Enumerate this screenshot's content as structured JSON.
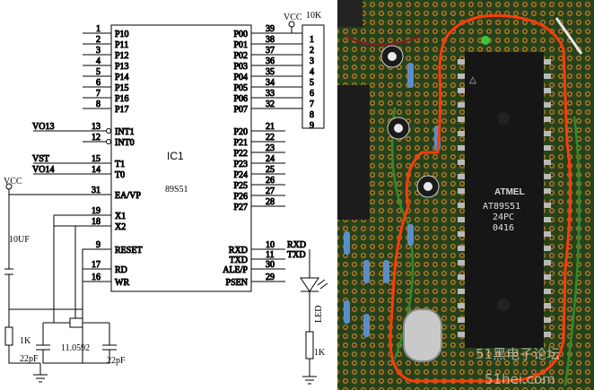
{
  "schematic": {
    "chip_name": "IC1",
    "chip_part": "89S51",
    "left_pins": [
      {
        "num": "1",
        "name": "P10"
      },
      {
        "num": "2",
        "name": "P11"
      },
      {
        "num": "3",
        "name": "P12"
      },
      {
        "num": "4",
        "name": "P13"
      },
      {
        "num": "5",
        "name": "P14"
      },
      {
        "num": "6",
        "name": "P15"
      },
      {
        "num": "7",
        "name": "P16"
      },
      {
        "num": "8",
        "name": "P17"
      },
      {
        "num": "13",
        "name": "INT1",
        "net": "VO13"
      },
      {
        "num": "12",
        "name": "INT0"
      },
      {
        "num": "15",
        "name": "T1",
        "net": "VST"
      },
      {
        "num": "14",
        "name": "T0",
        "net": "VO14"
      },
      {
        "num": "31",
        "name": "EA/VP"
      },
      {
        "num": "19",
        "name": "X1"
      },
      {
        "num": "18",
        "name": "X2"
      },
      {
        "num": "9",
        "name": "RESET"
      },
      {
        "num": "17",
        "name": "RD"
      },
      {
        "num": "16",
        "name": "WR"
      }
    ],
    "right_pins": [
      {
        "num": "39",
        "name": "P00"
      },
      {
        "num": "38",
        "name": "P01"
      },
      {
        "num": "37",
        "name": "P02"
      },
      {
        "num": "36",
        "name": "P03"
      },
      {
        "num": "35",
        "name": "P04"
      },
      {
        "num": "34",
        "name": "P05"
      },
      {
        "num": "33",
        "name": "P06"
      },
      {
        "num": "32",
        "name": "P07"
      },
      {
        "num": "21",
        "name": "P20"
      },
      {
        "num": "22",
        "name": "P21"
      },
      {
        "num": "23",
        "name": "P22"
      },
      {
        "num": "24",
        "name": "P23"
      },
      {
        "num": "25",
        "name": "P24"
      },
      {
        "num": "26",
        "name": "P25"
      },
      {
        "num": "27",
        "name": "P26"
      },
      {
        "num": "28",
        "name": "P27"
      },
      {
        "num": "10",
        "name": "RXD",
        "net": "RXD"
      },
      {
        "num": "11",
        "name": "TXD",
        "net": "TXD"
      },
      {
        "num": "30",
        "name": "ALE/P"
      },
      {
        "num": "29",
        "name": "PSEN"
      }
    ],
    "resnet_label": "10K",
    "resnet_pins": [
      "1",
      "2",
      "3",
      "4",
      "5",
      "6",
      "7",
      "8",
      "9"
    ],
    "vcc_label": "VCC",
    "cap_reset_label": "10UF",
    "res_reset_label": "1K",
    "crystal_label": "11.0592",
    "cap1_label": "22pF",
    "cap2_label": "22pF",
    "led_label": "LED",
    "res_led_label": "1K"
  },
  "photo": {
    "chip_brand": "ATMEL",
    "chip_line1": "AT89S51",
    "chip_line2": "24PC",
    "chip_line3": "0416",
    "watermark_cn": "51黑电子论坛",
    "watermark_url": "51hei.com"
  }
}
